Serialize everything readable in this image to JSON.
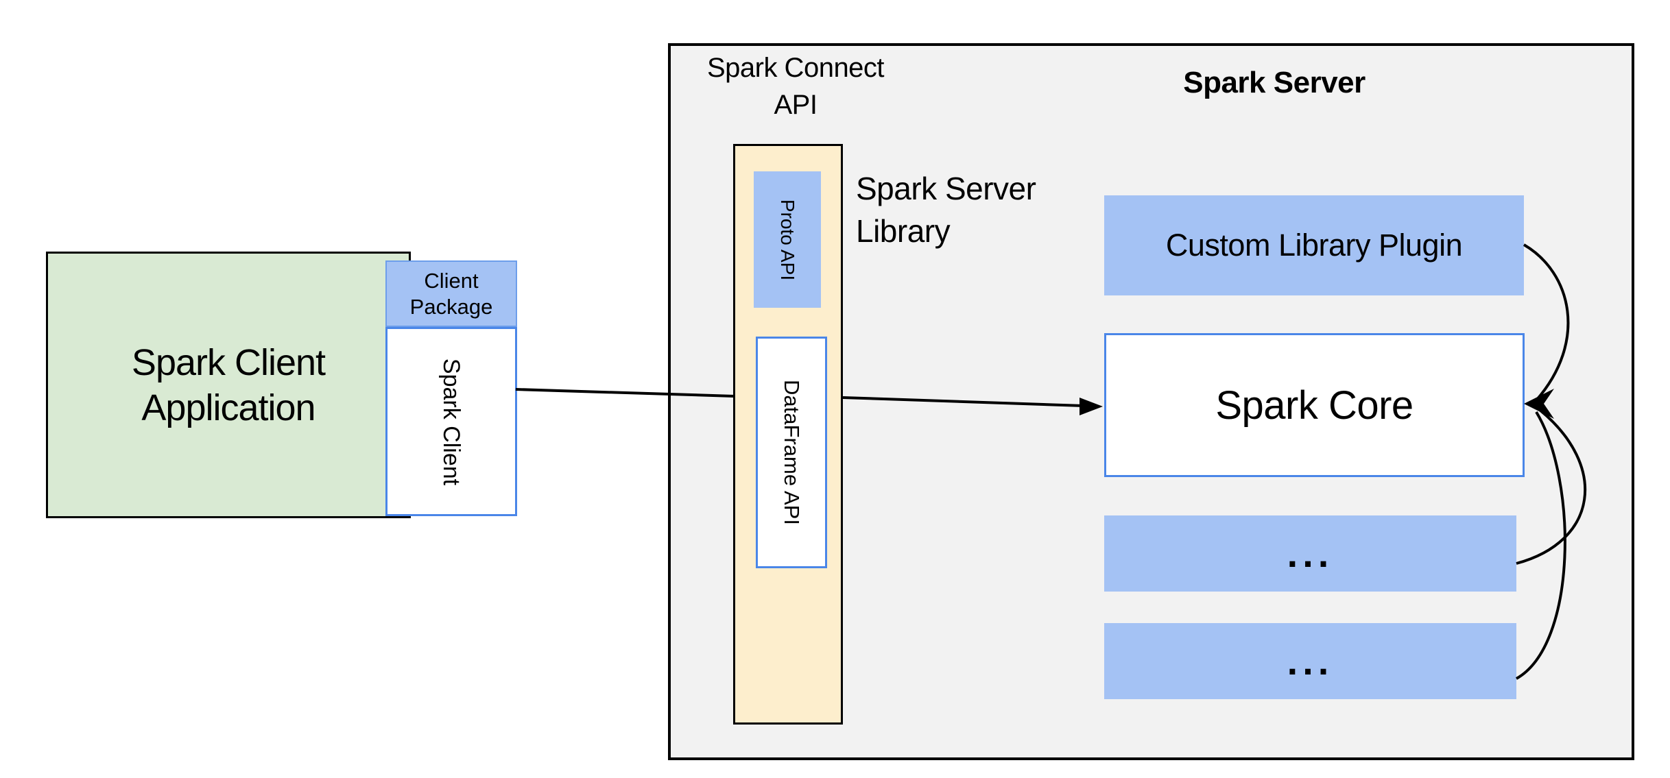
{
  "diagram": {
    "client": {
      "application_label": "Spark Client Application",
      "package_label": "Client Package",
      "client_label": "Spark Client"
    },
    "connect": {
      "title": "Spark Connect API",
      "proto_label": "Proto API",
      "dataframe_label": "DataFrame API",
      "library_label": "Spark Server Library"
    },
    "server": {
      "title": "Spark Server",
      "plugin_label": "Custom Library Plugin",
      "core_label": "Spark Core",
      "ellipsis_1": "...",
      "ellipsis_2": "..."
    },
    "colors": {
      "client_fill_green": "#d9ead3",
      "accent_fill_blue": "#a4c2f4",
      "bridge_fill_yellow": "#fdeecd",
      "server_fill_gray": "#f2f2f2",
      "box_border_blue": "#4a86e8",
      "line_black": "#000000"
    }
  }
}
